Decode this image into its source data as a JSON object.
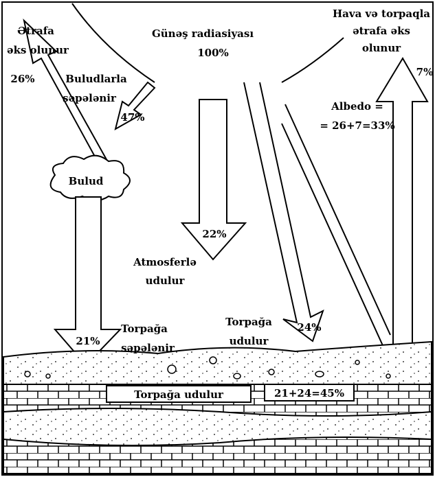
{
  "sun": {
    "label_line1": "Günəş radiasiyası",
    "label_line2": "100%"
  },
  "reflected_surroundings": {
    "label_line1": "Ətrafa",
    "label_line2": "əks olunur",
    "percent": "26%"
  },
  "scattered_by_clouds": {
    "label_line1": "Buludlarla",
    "label_line2": "səpələnir",
    "percent": "47%"
  },
  "cloud": {
    "label": "Bulud"
  },
  "air_soil_reflected": {
    "label_line1": "Hava və torpaqla",
    "label_line2": "ətrafa əks",
    "label_line3": "olunur",
    "percent": "7%"
  },
  "albedo": {
    "label_line1": "Albedo =",
    "label_line2": "= 26+7=33%"
  },
  "atmosphere_absorbed": {
    "percent": "22%",
    "label_line1": "Atmosferlə",
    "label_line2": "udulur"
  },
  "soil_scattered": {
    "percent": "21%",
    "label_line1": "Torpağa",
    "label_line2": "səpələnir"
  },
  "soil_absorbed_direct": {
    "percent": "24%",
    "label_line1": "Torpağa",
    "label_line2": "udulur"
  },
  "ground": {
    "absorbed_label": "Torpağa udulur",
    "total_label": "21+24=45%"
  }
}
